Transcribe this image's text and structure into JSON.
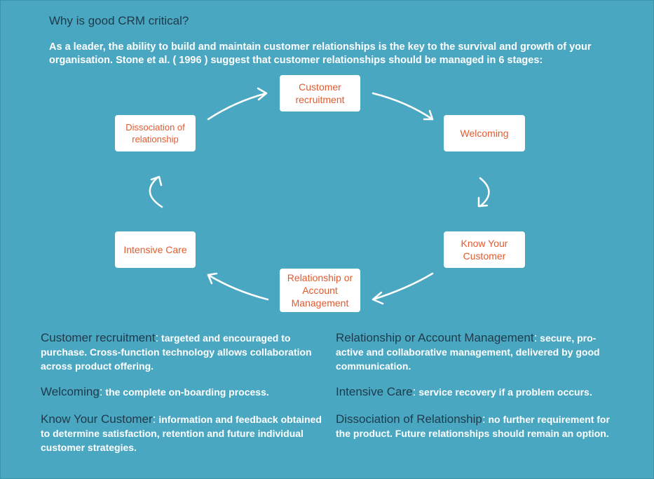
{
  "header": {
    "title": "Why is good CRM critical?",
    "intro": "As a leader, the ability to build and maintain customer relationships is the key to the survival and growth of your organisation. Stone et al. ( 1996 ) suggest that customer relationships should be managed in 6 stages:"
  },
  "stages": [
    {
      "label": "Customer recruitment"
    },
    {
      "label": "Welcoming"
    },
    {
      "label": "Know Your Customer"
    },
    {
      "label": "Relationship or Account Management"
    },
    {
      "label": "Intensive Care"
    },
    {
      "label": "Dissociation of relationship"
    }
  ],
  "descriptions": [
    {
      "term": "Customer recruitment",
      "text": " targeted and encouraged to purchase. Cross-function technology allows collaboration across product offering."
    },
    {
      "term": "Welcoming",
      "text": " the complete on-boarding process."
    },
    {
      "term": "Know Your Customer",
      "text": " information and feedback obtained to determine satisfaction, retention and future individual customer strategies."
    },
    {
      "term": "Relationship or Account Management",
      "text": " secure, pro-active and collaborative management, delivered by good communication."
    },
    {
      "term": "Intensive Care",
      "text": " service recovery if a problem occurs."
    },
    {
      "term": "Dissociation of Relationship",
      "text": " no further requirement for the product. Future relationships should remain an option."
    }
  ],
  "colors": {
    "background": "#4aa7c1",
    "stage_text": "#e35a2e",
    "term_text": "#1f3a4a",
    "body_text": "#ffffff"
  }
}
